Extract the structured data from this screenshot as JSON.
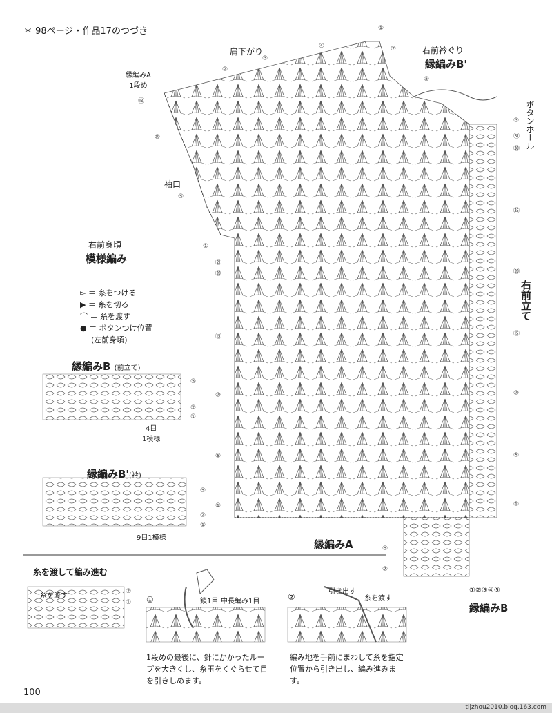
{
  "header": {
    "continuation": "＊ 98ページ・作品17のつづき"
  },
  "chart": {
    "shoulder": "肩下がり",
    "right_neck": "右前衿ぐり",
    "edging_b_prime_title": "縁編みB'",
    "edging_a_row1": "縁編みA\n1段め",
    "buttonhole": "ボタンホール",
    "armhole": "袖口",
    "right_front_body": "右前身頃",
    "pattern": "模様編み",
    "right_front_band": "右前立て",
    "edging_a": "縁編みA",
    "edging_b": "縁編みB",
    "band_numbers": "①②③④⑤"
  },
  "row_markers": {
    "top": [
      "①",
      "⑦",
      "②",
      "③",
      "④",
      "⑤",
      "⑬",
      "⑩",
      "⑤",
      "①",
      "㉑",
      "⑳",
      "⑮",
      "⑩",
      "⑤",
      "①"
    ],
    "right": [
      "③",
      "㉛",
      "㉚",
      "㉕",
      "⑳",
      "⑮",
      "⑩",
      "⑤",
      "①"
    ],
    "bottom_left": [
      "⑤",
      "⑦"
    ]
  },
  "legend": {
    "items": [
      {
        "symbol": "▻",
        "text": "＝ 糸をつける"
      },
      {
        "symbol": "▶",
        "text": "＝ 糸を切る"
      },
      {
        "symbol": "⌒",
        "text": "＝ 糸を渡す"
      },
      {
        "symbol": "●",
        "text": "＝ ボタンつけ位置"
      },
      {
        "symbol": "",
        "text": "(左前身頃)"
      }
    ]
  },
  "detail_b": {
    "title": "縁編みB",
    "sub": "(前立て)",
    "rows": [
      "⑤",
      "②",
      "①"
    ],
    "repeat": "4目\n1模様"
  },
  "detail_bp": {
    "title": "縁編みB'",
    "sub": "(衿)",
    "rows": [
      "⑤",
      "②",
      "①"
    ],
    "repeat": "9目1模様"
  },
  "howto": {
    "title": "糸を渡して編み進む",
    "pass_thread": "糸を渡す",
    "rows": [
      "②",
      "①"
    ],
    "step1_num": "①",
    "step1_labels": [
      "鎖1目",
      "中長編み1目"
    ],
    "step1_text": "1段めの最後に、針にかかったループを大きくし、糸玉をくぐらせて目を引きしめます。",
    "step2_num": "②",
    "step2_labels": [
      "引き出す",
      "糸を渡す"
    ],
    "step2_text": "編み地を手前にまわして糸を指定位置から引き出し、編み進みます。"
  },
  "page": {
    "number": "100",
    "watermark": "tljzhou2010.blog.163.com"
  },
  "colors": {
    "ink": "#333333",
    "grid": "#555555",
    "bar": "#dcdcdc"
  }
}
